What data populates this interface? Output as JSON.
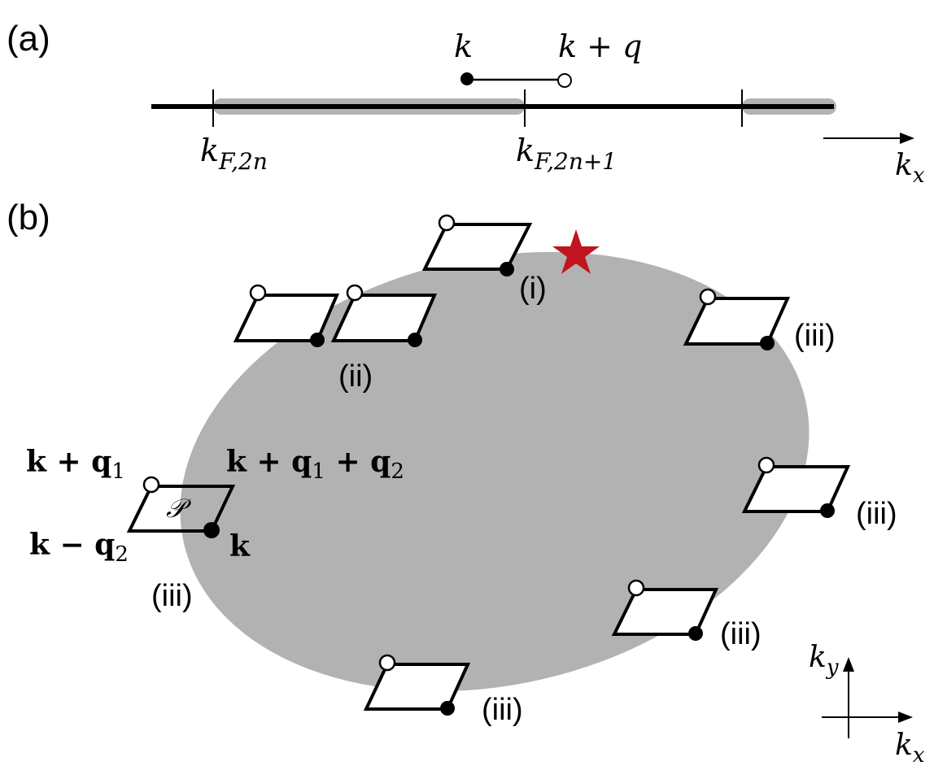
{
  "panel_a": {
    "panel_label": "(a)",
    "k_label": "k",
    "kq_label": "k + q",
    "kf_even_main": "k",
    "kf_even_sub": "F,2n",
    "kf_odd_main": "k",
    "kf_odd_sub": "F,2n+1",
    "axis_main": "k",
    "axis_sub": "x"
  },
  "panel_b": {
    "panel_label": "(b)",
    "label_k_plus_q1": {
      "bold": "k + q",
      "sub": "1"
    },
    "label_k_plus_q1_q2": {
      "bold1": "k + q",
      "sub1": "1",
      "bold2": " + q",
      "sub2": "2"
    },
    "label_k_minus_q2": {
      "bold": "k − q",
      "sub": "2"
    },
    "label_k": "k",
    "label_P": "𝒫",
    "plaquette_labels": [
      "(i)",
      "(ii)",
      "(iii)",
      "(iii)",
      "(iii)",
      "(iii)",
      "(iii)"
    ],
    "axis_y_main": "k",
    "axis_y_sub": "y",
    "axis_x_main": "k",
    "axis_x_sub": "x"
  },
  "colors": {
    "fermi_sea": "#b2b2b2",
    "occupied_band": "#b3b3b3",
    "star": "#c0141f",
    "line": "#000000"
  },
  "icons": [
    "red-star-icon",
    "filled-circle-icon",
    "open-circle-icon"
  ]
}
